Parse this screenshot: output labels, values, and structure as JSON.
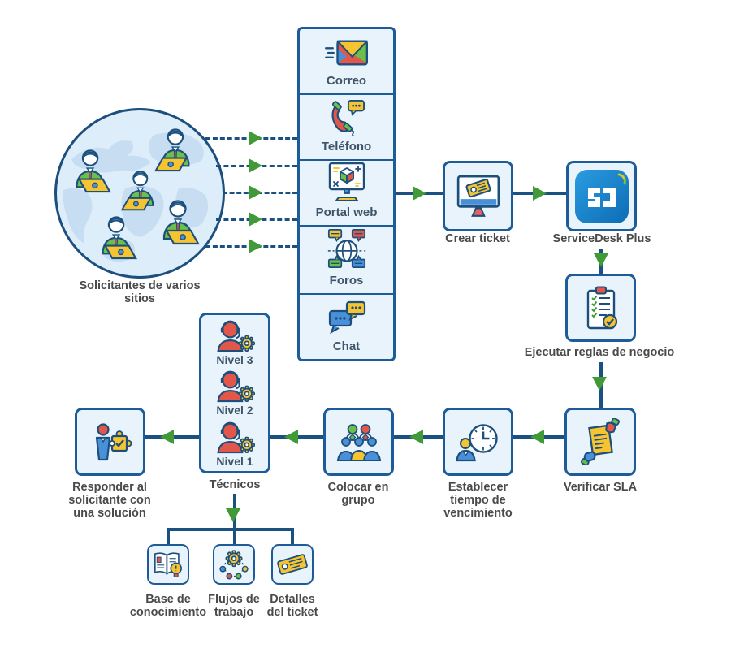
{
  "colors": {
    "navy": "#1c4f7c",
    "line": "#1a5180",
    "box_border": "#1e5c99",
    "green_arrow": "#3f9a37",
    "box_fill": "#e9f3fb",
    "yellow": "#f6c331",
    "red": "#e25749",
    "blue": "#4a90d9",
    "label_text": "#4a4a4a",
    "channel_text": "#3e5468",
    "sdp_gradient": [
      "#2b9ce0",
      "#0d6cb5"
    ]
  },
  "requesters": {
    "label": "Solicitantes de varios sitios",
    "icon": "world-map-with-requesters"
  },
  "channels": [
    {
      "label": "Correo",
      "icon": "mail-icon"
    },
    {
      "label": "Teléfono",
      "icon": "phone-icon"
    },
    {
      "label": "Portal web",
      "icon": "web-portal-icon"
    },
    {
      "label": "Foros",
      "icon": "forums-icon"
    },
    {
      "label": "Chat",
      "icon": "chat-icon"
    }
  ],
  "nodes": {
    "crear_ticket": {
      "label": "Crear ticket",
      "icon": "ticket-monitor-icon"
    },
    "servicedesk": {
      "label": "ServiceDesk Plus",
      "icon": "servicedesk-plus-logo"
    },
    "reglas": {
      "label": "Ejecutar reglas de negocio",
      "icon": "business-rules-clipboard-icon"
    },
    "sla": {
      "label": "Verificar SLA",
      "icon": "sla-document-icon"
    },
    "tiempo": {
      "label": "Establecer tiempo de vencimiento",
      "icon": "due-time-clock-icon"
    },
    "grupo": {
      "label": "Colocar en grupo",
      "icon": "group-people-icon"
    },
    "tecnicos": {
      "label": "Técnicos",
      "icon": "technician-icon",
      "levels": [
        "Nivel 3",
        "Nivel 2",
        "Nivel 1"
      ]
    },
    "responder": {
      "label": "Responder al solicitante con una solución",
      "icon": "solution-puzzle-person-icon"
    }
  },
  "resources": [
    {
      "label": "Base de conocimiento",
      "icon": "knowledge-base-book-icon"
    },
    {
      "label": "Flujos de trabajo",
      "icon": "workflow-gear-icon"
    },
    {
      "label": "Detalles del ticket",
      "icon": "ticket-details-icon"
    }
  ]
}
